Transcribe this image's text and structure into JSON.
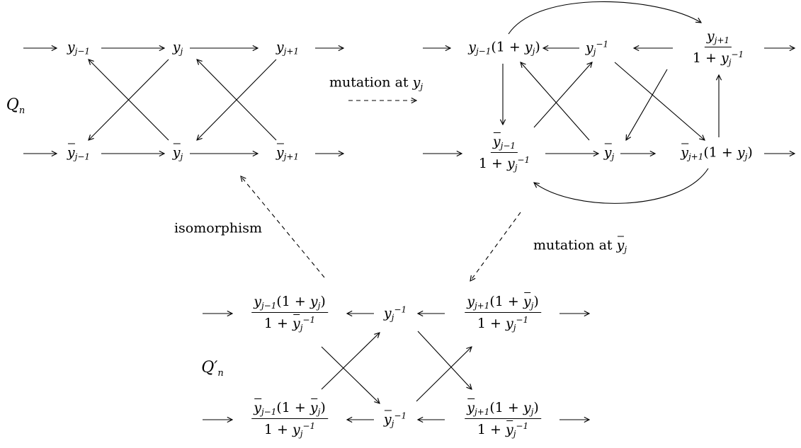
{
  "quivers": {
    "q_n": {
      "symbol": "Q",
      "sub": "n",
      "prime": ""
    },
    "q_n_prime": {
      "symbol": "Q",
      "sub": "n",
      "prime": "′"
    }
  },
  "labels": {
    "mutation_y": {
      "text": "mutation at ",
      "var": "y",
      "sub": "j"
    },
    "mutation_ybar": {
      "text": "mutation at ",
      "var": "y",
      "sub": "j"
    },
    "isomorphism": {
      "text": "isomorphism"
    }
  },
  "nodes": {
    "a1": {
      "var": "y",
      "bar": false,
      "sub": "j−1"
    },
    "a2": {
      "var": "y",
      "bar": false,
      "sub": "j"
    },
    "a3": {
      "var": "y",
      "bar": false,
      "sub": "j+1"
    },
    "a4": {
      "var": "y",
      "bar": true,
      "sub": "j−1"
    },
    "a5": {
      "var": "y",
      "bar": true,
      "sub": "j"
    },
    "a6": {
      "var": "y",
      "bar": true,
      "sub": "j+1"
    },
    "b1": {
      "var": "y",
      "bar": false,
      "sub": "j−1",
      "suffix": "(1 + ",
      "suffix_var": "y",
      "suffix_sub": "j",
      "suffix_end": ")"
    },
    "b2": {
      "var": "y",
      "bar": false,
      "sub": "j",
      "sup": "−1"
    },
    "b3_num": {
      "var": "y",
      "bar": false,
      "sub": "j+1"
    },
    "b3_den": {
      "prefix": "1 + ",
      "var": "y",
      "bar": false,
      "sub": "j",
      "sup": "−1"
    },
    "b4_num": {
      "var": "y",
      "bar": true,
      "sub": "j−1"
    },
    "b4_den": {
      "prefix": "1 + ",
      "var": "y",
      "bar": false,
      "sub": "j",
      "sup": "−1"
    },
    "b5": {
      "var": "y",
      "bar": true,
      "sub": "j"
    },
    "b6": {
      "var": "y",
      "bar": true,
      "sub": "j+1",
      "suffix": "(1 + ",
      "suffix_var": "y",
      "suffix_sub": "j",
      "suffix_end": ")"
    },
    "c1_num": {
      "var": "y",
      "bar": false,
      "sub": "j−1",
      "suffix": "(1 + ",
      "suffix_var": "y",
      "suffix_sub": "j",
      "suffix_end": ")"
    },
    "c1_den": {
      "prefix": "1 + ",
      "var": "y",
      "bar": true,
      "sub": "j",
      "sup": "−1"
    },
    "c2": {
      "var": "y",
      "bar": false,
      "sub": "j",
      "sup": "−1"
    },
    "c3_num": {
      "var": "y",
      "bar": false,
      "sub": "j+1",
      "suffix": "(1 + ",
      "suffix_var": "y",
      "suffix_bar": true,
      "suffix_sub": "j",
      "suffix_end": ")"
    },
    "c3_den": {
      "prefix": "1 + ",
      "var": "y",
      "bar": false,
      "sub": "j",
      "sup": "−1"
    },
    "c4_num": {
      "var": "y",
      "bar": true,
      "sub": "j−1",
      "suffix": "(1 + ",
      "suffix_var": "y",
      "suffix_bar": true,
      "suffix_sub": "j",
      "suffix_end": ")"
    },
    "c4_den": {
      "prefix": "1 + ",
      "var": "y",
      "bar": false,
      "sub": "j",
      "sup": "−1"
    },
    "c5": {
      "var": "y",
      "bar": true,
      "sub": "j",
      "sup": "−1"
    },
    "c6_num": {
      "var": "y",
      "bar": true,
      "sub": "j+1",
      "suffix": "(1 + ",
      "suffix_var": "y",
      "suffix_sub": "j",
      "suffix_end": ")"
    },
    "c6_den": {
      "prefix": "1 + ",
      "var": "y",
      "bar": true,
      "sub": "j",
      "sup": "−1"
    }
  }
}
